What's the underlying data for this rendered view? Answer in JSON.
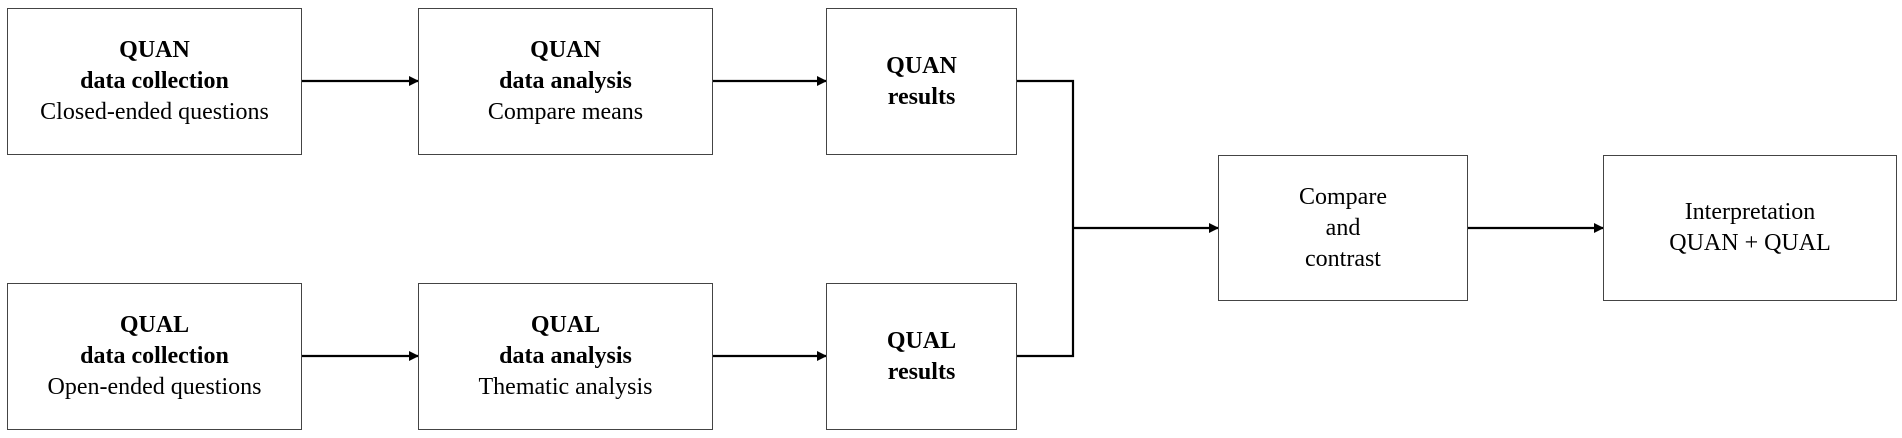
{
  "diagram": {
    "quan_row": {
      "collection": {
        "title": "QUAN",
        "subtitle": "data collection",
        "detail": "Closed-ended questions"
      },
      "analysis": {
        "title": "QUAN",
        "subtitle": "data analysis",
        "detail": "Compare means"
      },
      "results": {
        "title": "QUAN",
        "subtitle": "results"
      }
    },
    "qual_row": {
      "collection": {
        "title": "QUAL",
        "subtitle": "data collection",
        "detail": "Open-ended questions"
      },
      "analysis": {
        "title": "QUAL",
        "subtitle": "data analysis",
        "detail": "Thematic analysis"
      },
      "results": {
        "title": "QUAL",
        "subtitle": "results"
      }
    },
    "compare": {
      "line1": "Compare",
      "line2": "and",
      "line3": "contrast"
    },
    "interpretation": {
      "line1": "Interpretation",
      "line2": "QUAN + QUAL"
    }
  }
}
